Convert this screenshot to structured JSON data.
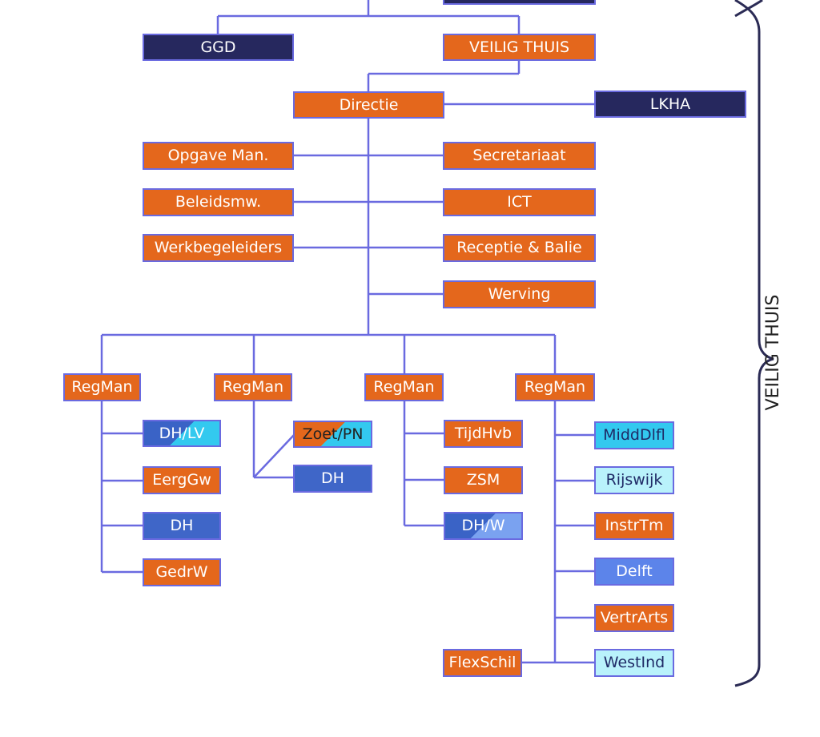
{
  "side_label": "VEILIG THUIS",
  "nodes": {
    "ggd": "GGD",
    "veilig_thuis": "VEILIG THUIS",
    "directie": "Directie",
    "lkha": "LKHA",
    "opgave_man": "Opgave Man.",
    "secretariaat": "Secretariaat",
    "beleidsmw": "Beleidsmw.",
    "ict": "ICT",
    "werkbegeleiders": "Werkbegeleiders",
    "receptie_balie": "Receptie & Balie",
    "werving": "Werving",
    "regman_1": "RegMan",
    "regman_2": "RegMan",
    "regman_3": "RegMan",
    "regman_4": "RegMan",
    "dh_lv": "DH/LV",
    "eerggw": "EergGw",
    "dh_1": "DH",
    "gedrw": "GedrW",
    "zoet_pn": "Zoet/PN",
    "dh_2": "DH",
    "tijdhvb": "TijdHvb",
    "zsm": "ZSM",
    "dh_w": "DH/W",
    "midddlfl": "MiddDlfl",
    "rijswijk": "Rijswijk",
    "instrtm": "InstrTm",
    "delft": "Delft",
    "vertrarts": "VertrArts",
    "westind": "WestInd",
    "flexschil": "FlexSchil"
  },
  "colors": {
    "orange": "#e4671c",
    "navy": "#26285e",
    "blue": "#3f66c8",
    "cyan": "#33c9ef",
    "light_cyan": "#b9f2fb",
    "connector": "#6a6ae0",
    "bracket": "#2b2b55"
  }
}
